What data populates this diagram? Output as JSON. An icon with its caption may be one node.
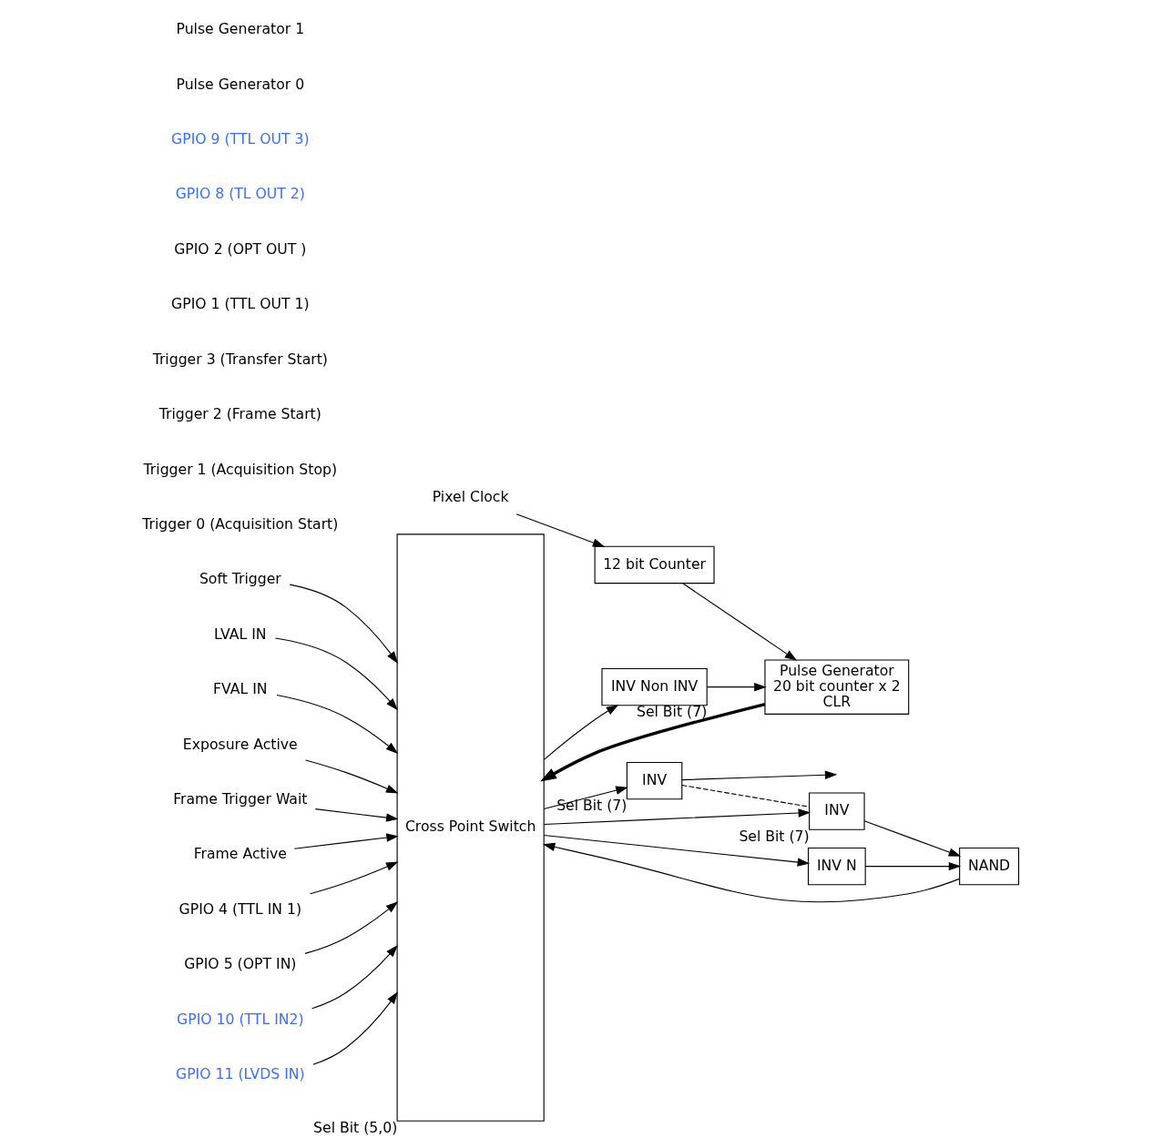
{
  "diagram": {
    "nodes": [
      {
        "text": [
          "Cross Point Switch"
        ],
        "beside": [
          "Sel Bit (5,0)"
        ]
      },
      {
        "text": [
          "INV"
        ],
        "beside": [
          "Sel Bit (7)"
        ]
      },
      {
        "text": [
          "INV"
        ],
        "beside": [
          "Sel Bit (7)"
        ]
      },
      {
        "text": [
          "INV N"
        ]
      },
      {
        "text": [
          "NAND"
        ]
      },
      {
        "text": [
          "INV Non INV"
        ],
        "beside": [
          "Sel Bit (7)"
        ]
      },
      {
        "text": [
          "Pulse Generator",
          "20 bit counter x 2",
          "CLR"
        ]
      },
      {
        "text": [
          "12 bit Counter"
        ]
      },
      {
        "text": [
          "Soft Trigger"
        ]
      },
      {
        "text": [
          "LVAL IN"
        ]
      },
      {
        "text": [
          "FVAL IN"
        ]
      },
      {
        "text": [
          "Exposure Active"
        ]
      },
      {
        "text": [
          "Frame Trigger Wait"
        ]
      },
      {
        "text": [
          "Frame Active"
        ]
      },
      {
        "text": [
          "GPIO 4 (TTL IN 1)"
        ]
      },
      {
        "text": [
          "GPIO 5 (OPT IN)"
        ]
      },
      {
        "text": [
          "GPIO 10 (TTL IN2)"
        ]
      },
      {
        "text": [
          "GPIO 11 (LVDS IN)"
        ]
      },
      {
        "text": [
          "Pixel Clock"
        ]
      }
    ],
    "edges": [
      {
        "from": 8,
        "to": 0,
        "arrow": "to"
      },
      {
        "from": 9,
        "to": 0,
        "arrow": "to"
      },
      {
        "from": 10,
        "to": 0,
        "arrow": "to"
      },
      {
        "from": 11,
        "to": 0,
        "arrow": "to"
      },
      {
        "from": 12,
        "to": 0,
        "arrow": "to"
      },
      {
        "from": 13,
        "to": 0,
        "arrow": "to"
      },
      {
        "from": 14,
        "to": 0,
        "arrow": "to"
      },
      {
        "from": 15,
        "to": 0,
        "arrow": "to"
      },
      {
        "from": 16,
        "to": 0,
        "arrow": "to"
      },
      {
        "from": 17,
        "to": 0,
        "arrow": "to"
      },
      {
        "from": 0,
        "to": 1,
        "arrow": "to"
      },
      {
        "from": 1,
        "to": null,
        "arrow": "to"
      },
      {
        "from": 1,
        "to": 2,
        "arrow": "none",
        "style": "dashed"
      },
      {
        "from": 0,
        "to": 2,
        "arrow": "to"
      },
      {
        "from": 0,
        "to": 3,
        "arrow": "to"
      },
      {
        "from": 3,
        "to": 4,
        "arrow": "to"
      },
      {
        "from": 2,
        "to": 4,
        "arrow": "to"
      },
      {
        "from": 4,
        "to": 0,
        "arrow": "to"
      },
      {
        "from": 0,
        "to": 5,
        "arrow": "to"
      },
      {
        "from": 5,
        "to": 6,
        "arrow": "to"
      },
      {
        "from": 6,
        "to": 0,
        "arrow": "to",
        "style": "thick"
      },
      {
        "from": 18,
        "to": 7,
        "arrow": "to"
      },
      {
        "from": 7,
        "to": 6,
        "arrow": "to"
      }
    ],
    "labels": [
      "Trigger 0 (Acquisition Start)",
      "Trigger 1 (Acquisition Stop)",
      "Trigger 2 (Frame Start)",
      "Trigger 3 (Transfer Start)",
      "GPIO 1 (TTL OUT 1)",
      "GPIO 2 (OPT OUT )",
      "GPIO 8 (TL OUT 2)",
      "GPIO 9 (TTL OUT 3)",
      "Pulse Generator 0",
      "Pulse Generator 1"
    ]
  }
}
